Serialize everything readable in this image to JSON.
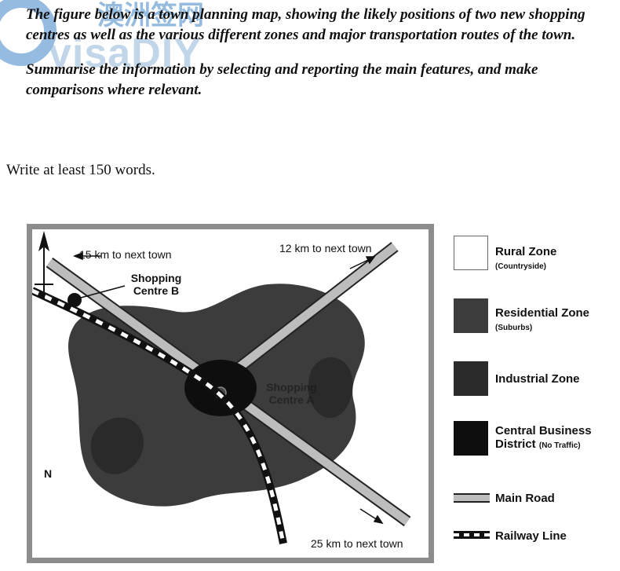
{
  "watermark": {
    "brand": "visaDIY",
    "cn": "澳洲签网"
  },
  "prompt": {
    "paragraph1": "The figure below is a town planning map, showing the likely positions of two new shopping centres as well as the various different zones and major transportation routes of the town.",
    "paragraph2": "Summarise the information by selecting and reporting the main features, and make comparisons where relevant."
  },
  "instruction": "Write at least 150 words.",
  "map": {
    "labels": {
      "nw_road": "15 km to next town",
      "ne_road": "12 km to next town",
      "se_road": "25 km to next town",
      "shopping_b": "Shopping Centre B",
      "shopping_a": "Shopping Centre A",
      "north": "N"
    },
    "colors": {
      "rural": "#ffffff",
      "residential": "#3c3c3c",
      "industrial": "#2b2b2b",
      "cbd": "#0e0e0e",
      "road": "#bdbdbd",
      "frame": "#8c8c8c"
    }
  },
  "legend": {
    "items": [
      {
        "label": "Rural Zone",
        "sub": "(Countryside)"
      },
      {
        "label": "Residential Zone",
        "sub": "(Suburbs)"
      },
      {
        "label": "Industrial Zone",
        "sub": ""
      },
      {
        "label": "Central Business District",
        "sub": "(No Traffic)"
      },
      {
        "label": "Main Road",
        "sub": ""
      },
      {
        "label": "Railway Line",
        "sub": ""
      }
    ]
  }
}
